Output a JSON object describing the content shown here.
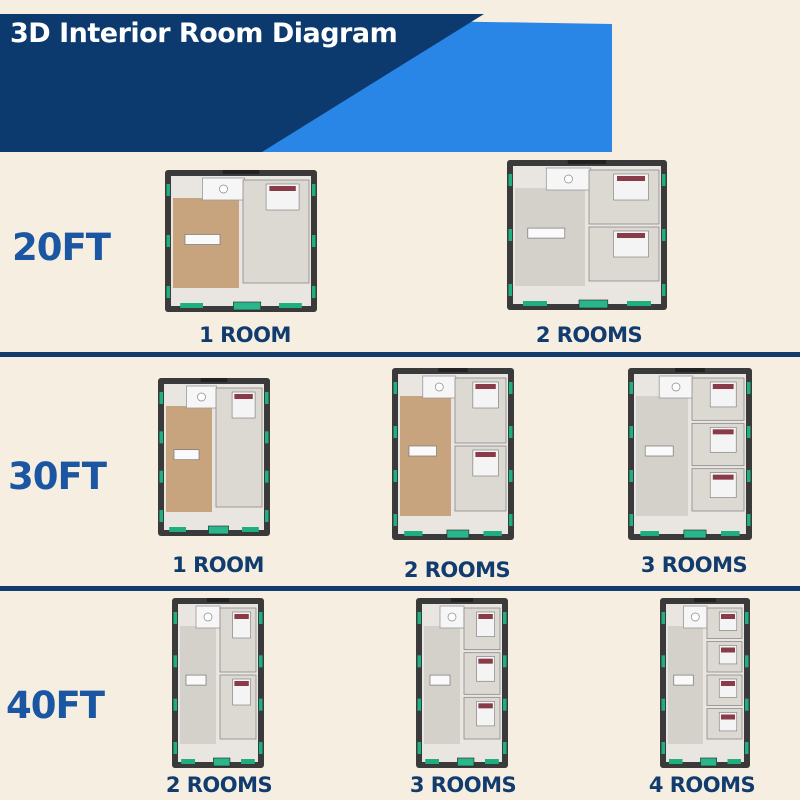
{
  "header": {
    "title": "3D Interior Room Diagram",
    "colors": {
      "navy": "#0d3a6e",
      "blue": "#2a86e6"
    }
  },
  "sections": [
    {
      "size": "20FT",
      "plans": [
        {
          "label": "1 ROOM",
          "rooms": 1
        },
        {
          "label": "2 ROOMS",
          "rooms": 2
        }
      ]
    },
    {
      "size": "30FT",
      "plans": [
        {
          "label": "1 ROOM",
          "rooms": 1
        },
        {
          "label": "2 ROOMS",
          "rooms": 2
        },
        {
          "label": "3 ROOMS",
          "rooms": 3
        }
      ]
    },
    {
      "size": "40FT",
      "plans": [
        {
          "label": "2 ROOMS",
          "rooms": 2
        },
        {
          "label": "3 ROOMS",
          "rooms": 3
        },
        {
          "label": "4 ROOMS",
          "rooms": 4
        }
      ]
    }
  ]
}
